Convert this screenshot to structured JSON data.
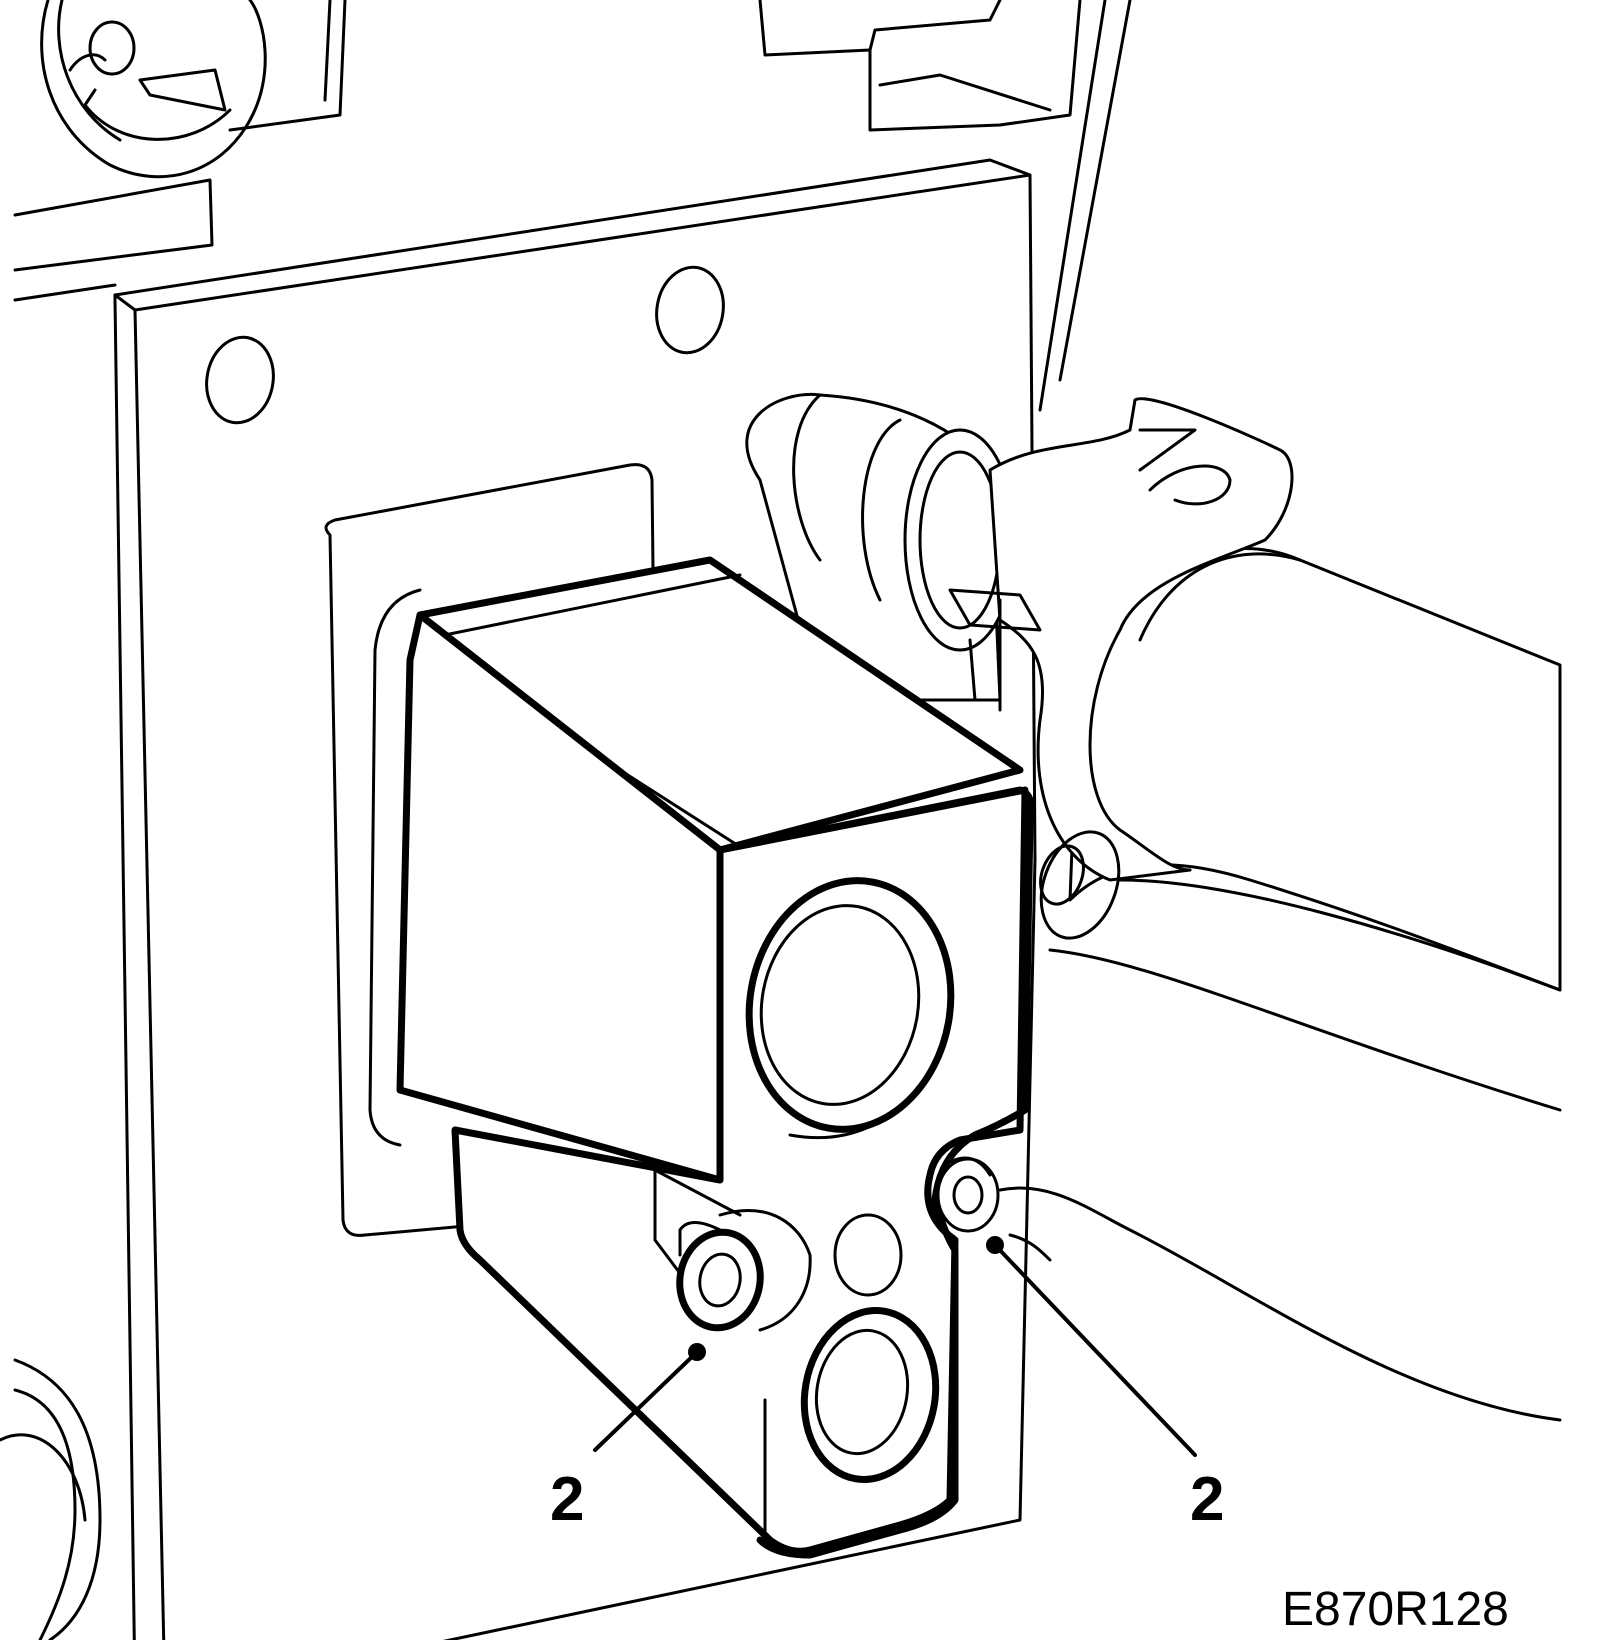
{
  "diagram": {
    "figure_id": "E870R128",
    "callouts": [
      {
        "label": "2"
      },
      {
        "label": "2"
      }
    ]
  }
}
